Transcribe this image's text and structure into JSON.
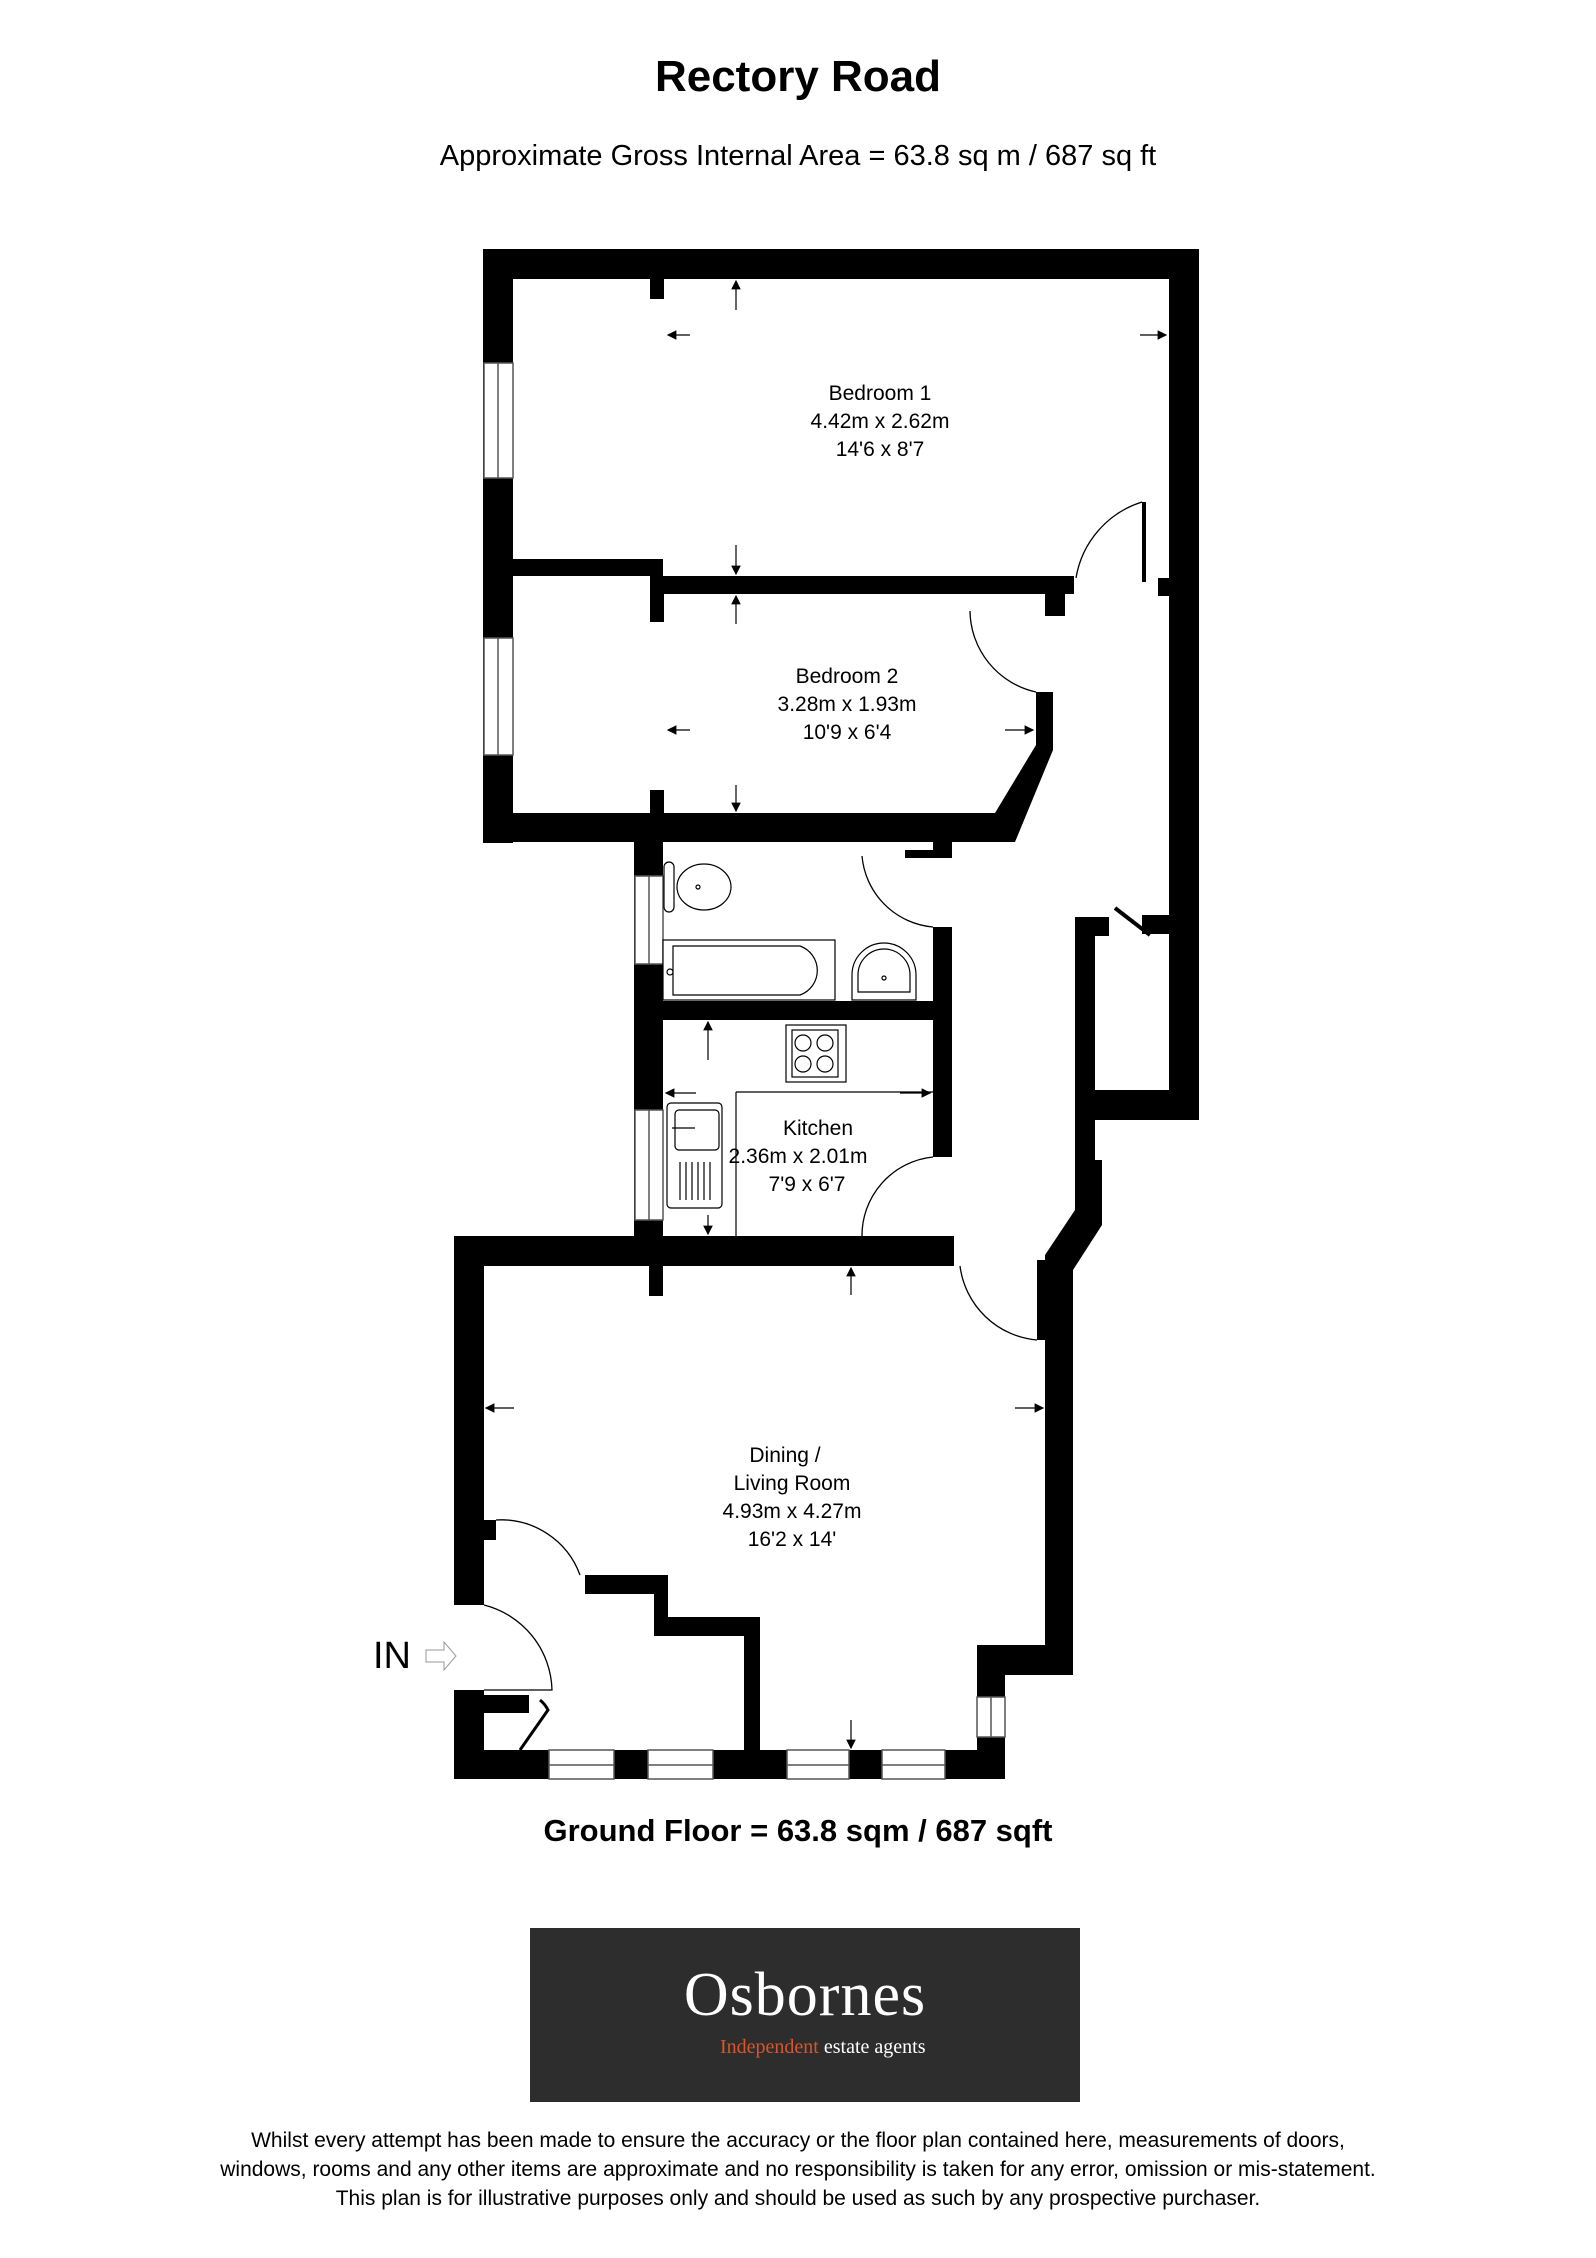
{
  "header": {
    "title": "Rectory Road",
    "subtitle": "Approximate Gross Internal Area = 63.8 sq m / 687 sq ft"
  },
  "rooms": [
    {
      "name": "Bedroom 1",
      "metric": "4.42m x 2.62m",
      "imperial": "14'6 x 8'7"
    },
    {
      "name": "Bedroom 2",
      "metric": "3.28m x 1.93m",
      "imperial": "10'9 x 6'4"
    },
    {
      "name": "Kitchen",
      "metric": "2.36m x 2.01m",
      "imperial": "7'9 x 6'7"
    },
    {
      "name_line1": "Dining /",
      "name": "Living Room",
      "metric": "4.93m x 4.27m",
      "imperial": "16'2 x 14'"
    }
  ],
  "entrance": {
    "label": "IN",
    "icon": "arrow-right-icon"
  },
  "floor": {
    "label": "Ground Floor = 63.8 sqm / 687 sqft"
  },
  "logo": {
    "name": "Osbornes",
    "tagline_accent": "Independent",
    "tagline_rest": " estate agents",
    "background": "#2e2d2d",
    "accent_color": "#d9552a"
  },
  "disclaimer": {
    "line1": "Whilst every attempt has been made to ensure the accuracy or the floor plan contained here, measurements of doors,",
    "line2": "windows, rooms and any other items are approximate and no responsibility is taken for any error, omission or mis-statement.",
    "line3": "This plan is for illustrative purposes only and should be used as such by any prospective purchaser."
  }
}
